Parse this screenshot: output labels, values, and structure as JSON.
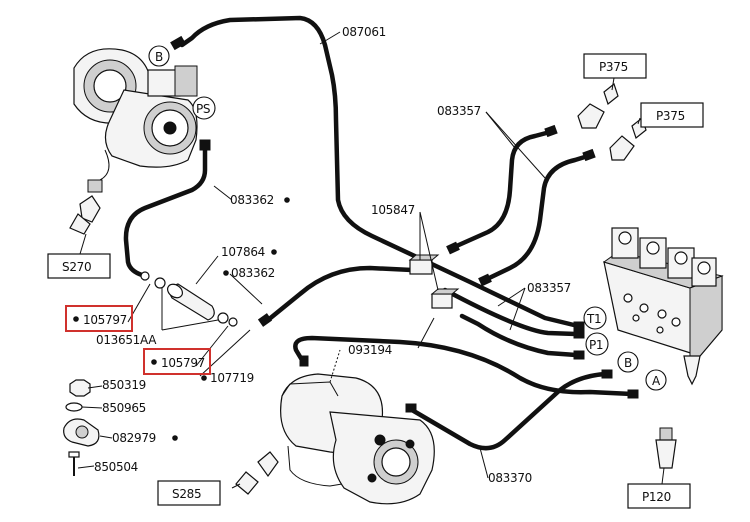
{
  "parts": {
    "p087061": "087061",
    "p083357_top": "083357",
    "p083362_a": "083362",
    "p105847": "105847",
    "p107864": "107864",
    "p083362_b": "083362",
    "p083357_mid": "083357",
    "p105797_a": "105797",
    "p013651AA": "013651AA",
    "p093194": "093194",
    "p105797_b": "105797",
    "p107719": "107719",
    "p850319": "850319",
    "p850965": "850965",
    "p082979": "082979",
    "p850504": "850504",
    "p083370": "083370"
  },
  "boxes": {
    "p375_a": "P375",
    "p375_b": "P375",
    "s270": "S270",
    "s285": "S285",
    "p120": "P120"
  },
  "ports": {
    "b_top": "B",
    "ps": "PS",
    "t1": "T1",
    "p1": "P1",
    "b_right": "B",
    "a_right": "A"
  }
}
